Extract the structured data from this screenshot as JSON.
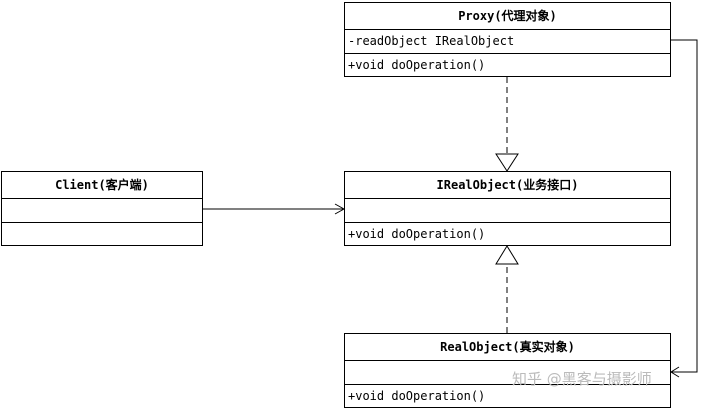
{
  "proxy": {
    "title": "Proxy(代理对象)",
    "attribute": "-readObject IRealObject",
    "operation": "+void doOperation()"
  },
  "client": {
    "title": "Client(客户端)",
    "attribute": "",
    "operation": ""
  },
  "interface": {
    "title": "IRealObject(业务接口)",
    "attribute": "",
    "operation": "+void doOperation()"
  },
  "realobject": {
    "title": "RealObject(真实对象)",
    "attribute": "",
    "operation": "+void doOperation()"
  },
  "watermark": "知乎 @黑客与摄影师"
}
